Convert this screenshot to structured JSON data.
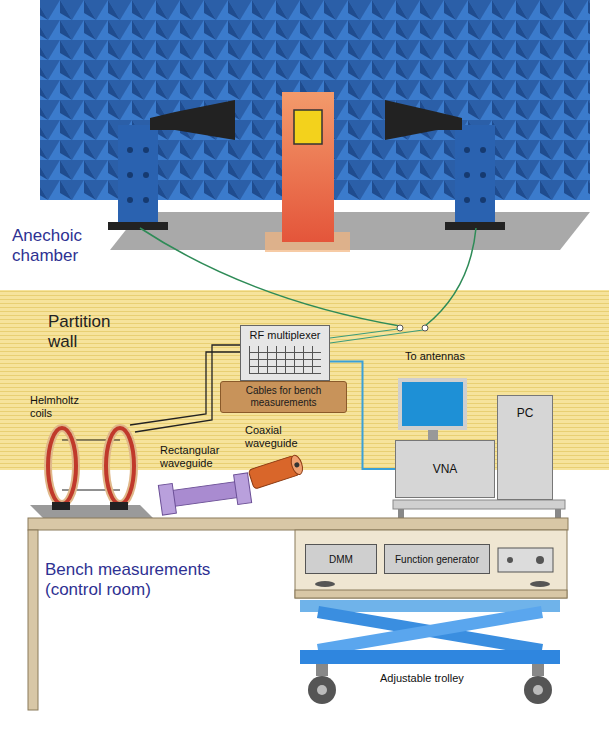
{
  "diagram": {
    "nodes": [
      {
        "text": [
          "Partition wall"
        ]
      },
      {
        "text": [
          "RF multiplexer"
        ],
        "in": 0
      },
      {
        "text": [
          "Cables for bench measurements"
        ],
        "in": 0
      },
      {
        "text": [
          "VNA"
        ]
      },
      {
        "text": [
          "PC"
        ]
      },
      {
        "text": [
          "DMM"
        ]
      },
      {
        "text": [
          "Function generator"
        ]
      }
    ],
    "edges": [
      {
        "from": 1,
        "to": 3,
        "arrow": "none"
      }
    ],
    "labels": [
      "Anechoic chamber",
      "To antennas",
      "Helmholtz coils",
      "Rectangular waveguide",
      "Coaxial waveguide",
      "Bench measurements (control room)",
      "Adjustable trolley"
    ]
  }
}
